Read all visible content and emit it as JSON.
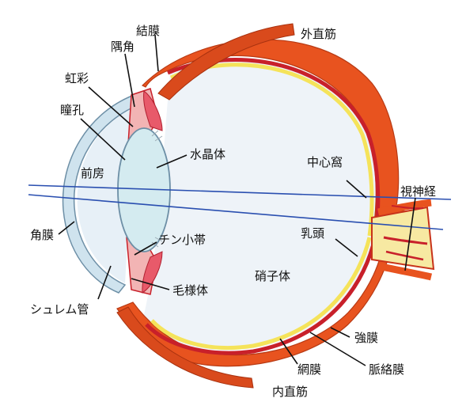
{
  "diagram": {
    "labels": {
      "conjunctiva": "結膜",
      "angle": "隅角",
      "lateral_rectus": "外直筋",
      "iris": "虹彩",
      "pupil": "瞳孔",
      "lens": "水晶体",
      "fovea": "中心窩",
      "optic_nerve": "視神経",
      "anterior_chamber": "前房",
      "cornea": "角膜",
      "zonule": "チン小帯",
      "optic_disc": "乳頭",
      "vitreous": "硝子体",
      "ciliary_body": "毛様体",
      "schlemm_canal": "シュレム管",
      "sclera": "強膜",
      "retina": "網膜",
      "choroid": "脈絡膜",
      "medial_rectus": "内直筋"
    },
    "colors": {
      "sclera_outer": "#e8531f",
      "sclera_dark": "#c8331a",
      "choroid": "#c8202a",
      "retina": "#f5e35a",
      "vitreous": "#eef3f8",
      "cornea_fill": "#e4eef6",
      "lens_fill": "#d4ebf0",
      "optic_nerve": "#f7e9a2",
      "axis_line": "#2a4fb0"
    }
  }
}
